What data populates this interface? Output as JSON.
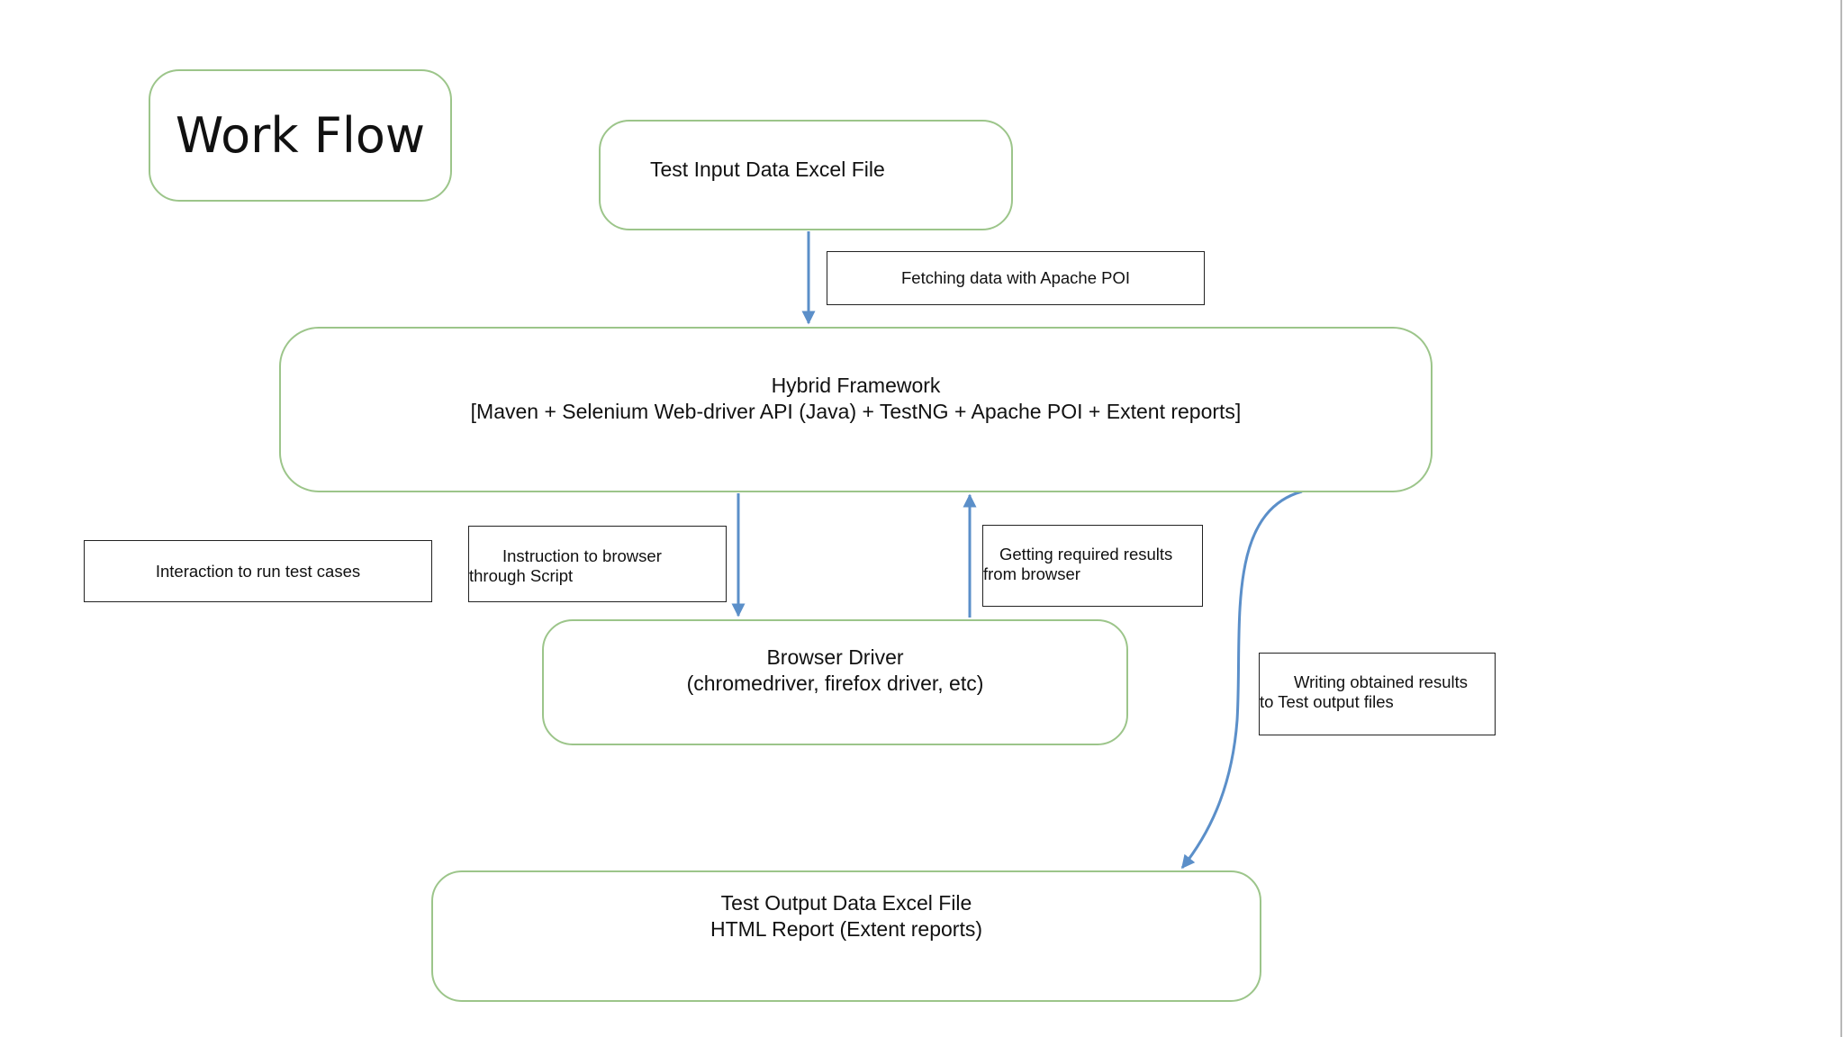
{
  "title": "Work Flow",
  "nodes": {
    "test_input": "Test Input Data Excel File",
    "hybrid_framework": {
      "line1": "Hybrid Framework",
      "line2": "[Maven + Selenium Web-driver API (Java) + TestNG + Apache POI + Extent reports]"
    },
    "browser_driver": {
      "line1": "Browser Driver",
      "line2": "(chromedriver, firefox driver, etc)"
    },
    "test_output": {
      "line1": "Test Output Data Excel File",
      "line2": "HTML Report (Extent reports)"
    }
  },
  "labels": {
    "fetching": "Fetching data with Apache POI",
    "interaction": "Interaction to run test cases",
    "instruction": {
      "line1": "Instruction to browser",
      "line2": "through Script"
    },
    "getting": {
      "line1": "Getting required results",
      "line2": "from browser"
    },
    "writing": {
      "line1": "Writing obtained results",
      "line2": "to Test output files"
    }
  },
  "colors": {
    "node_border": "#9cc58a",
    "arrow": "#5b8fc9",
    "label_border": "#222222"
  },
  "edges": [
    {
      "from": "test_input",
      "to": "hybrid_framework",
      "label": "fetching"
    },
    {
      "from": "hybrid_framework",
      "to": "browser_driver",
      "label": "instruction"
    },
    {
      "from": "browser_driver",
      "to": "hybrid_framework",
      "label": "getting"
    },
    {
      "from": "hybrid_framework",
      "to": "test_output",
      "label": "writing"
    }
  ]
}
